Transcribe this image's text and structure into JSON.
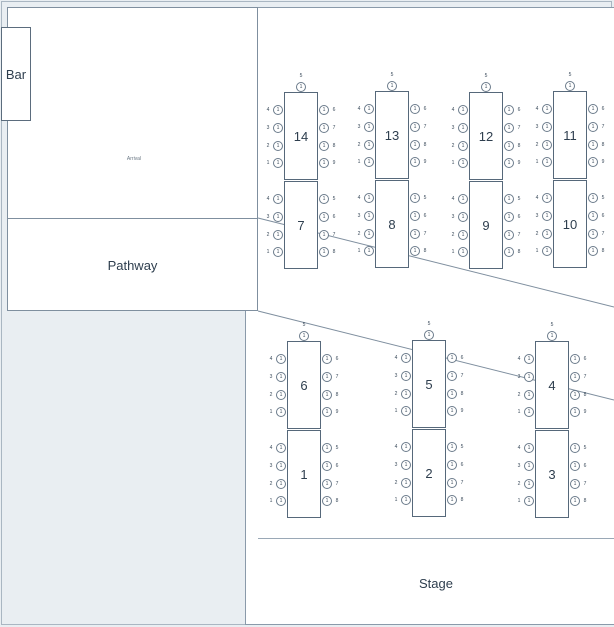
{
  "venue": {
    "bar_label": "Bar",
    "arrival_label": "Arrival",
    "pathway_label": "Pathway",
    "stage_label": "Stage"
  },
  "tables": [
    {
      "label": "14",
      "head_seat": "5",
      "left_seats": [
        "4",
        "3",
        "2",
        "1"
      ],
      "right_seats": [
        "6",
        "7",
        "8",
        "9"
      ],
      "seat_glyph": "1"
    },
    {
      "label": "7",
      "left_seats": [
        "4",
        "3",
        "2",
        "1"
      ],
      "right_seats": [
        "5",
        "6",
        "7",
        "8"
      ],
      "seat_glyph": "1"
    },
    {
      "label": "13",
      "head_seat": "5",
      "left_seats": [
        "4",
        "3",
        "2",
        "1"
      ],
      "right_seats": [
        "6",
        "7",
        "8",
        "9"
      ],
      "seat_glyph": "1"
    },
    {
      "label": "8",
      "left_seats": [
        "4",
        "3",
        "2",
        "1"
      ],
      "right_seats": [
        "5",
        "6",
        "7",
        "8"
      ],
      "seat_glyph": "1"
    },
    {
      "label": "12",
      "head_seat": "5",
      "left_seats": [
        "4",
        "3",
        "2",
        "1"
      ],
      "right_seats": [
        "6",
        "7",
        "8",
        "9"
      ],
      "seat_glyph": "1"
    },
    {
      "label": "9",
      "left_seats": [
        "4",
        "3",
        "2",
        "1"
      ],
      "right_seats": [
        "5",
        "6",
        "7",
        "8"
      ],
      "seat_glyph": "1"
    },
    {
      "label": "11",
      "head_seat": "5",
      "left_seats": [
        "4",
        "3",
        "2",
        "1"
      ],
      "right_seats": [
        "6",
        "7",
        "8",
        "9"
      ],
      "seat_glyph": "1"
    },
    {
      "label": "10",
      "left_seats": [
        "4",
        "3",
        "2",
        "1"
      ],
      "right_seats": [
        "5",
        "6",
        "7",
        "8"
      ],
      "seat_glyph": "1"
    },
    {
      "label": "6",
      "head_seat": "5",
      "left_seats": [
        "4",
        "3",
        "2",
        "1"
      ],
      "right_seats": [
        "6",
        "7",
        "8",
        "9"
      ],
      "seat_glyph": "1"
    },
    {
      "label": "1",
      "left_seats": [
        "4",
        "3",
        "2",
        "1"
      ],
      "right_seats": [
        "5",
        "6",
        "7",
        "8"
      ],
      "seat_glyph": "1"
    },
    {
      "label": "5",
      "head_seat": "5",
      "left_seats": [
        "4",
        "3",
        "2",
        "1"
      ],
      "right_seats": [
        "6",
        "7",
        "8",
        "9"
      ],
      "seat_glyph": "1"
    },
    {
      "label": "2",
      "left_seats": [
        "4",
        "3",
        "2",
        "1"
      ],
      "right_seats": [
        "5",
        "6",
        "7",
        "8"
      ],
      "seat_glyph": "1"
    },
    {
      "label": "4",
      "head_seat": "5",
      "left_seats": [
        "4",
        "3",
        "2",
        "1"
      ],
      "right_seats": [
        "6",
        "7",
        "8",
        "9"
      ],
      "seat_glyph": "1"
    },
    {
      "label": "3",
      "left_seats": [
        "4",
        "3",
        "2",
        "1"
      ],
      "right_seats": [
        "5",
        "6",
        "7",
        "8"
      ],
      "seat_glyph": "1"
    }
  ]
}
